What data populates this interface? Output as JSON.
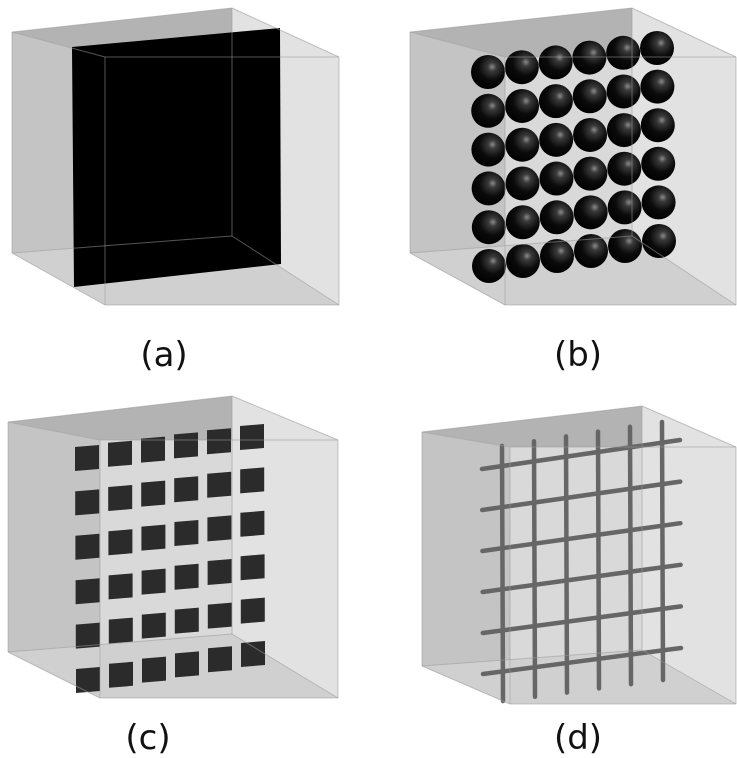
{
  "panels": [
    {
      "label": "(a)",
      "content": "solid-block"
    },
    {
      "label": "(b)",
      "content": "sphere-array"
    },
    {
      "label": "(c)",
      "content": "tile-array"
    },
    {
      "label": "(d)",
      "content": "rod-grid"
    }
  ],
  "grid_count": 6,
  "colors": {
    "background": "#ffffff",
    "cube_back": "#d9d9d9",
    "cube_top": "#b3b3b3",
    "cube_left": "#c4c4c4",
    "cube_right": "#e2e2e2",
    "cube_bottom": "#d0d0d0",
    "cube_edge": "#9a9a9a",
    "solid": "#000000",
    "tile": "#2b2b2b",
    "rod": "#666666",
    "label": "#111111"
  }
}
